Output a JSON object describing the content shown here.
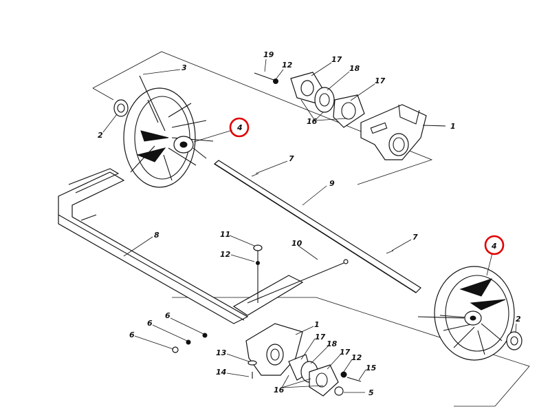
{
  "diagram": {
    "callouts": [
      {
        "id": "c19",
        "text": "19"
      },
      {
        "id": "c12a",
        "text": "12"
      },
      {
        "id": "c17a",
        "text": "17"
      },
      {
        "id": "c18a",
        "text": "18"
      },
      {
        "id": "c17b",
        "text": "17"
      },
      {
        "id": "c16a",
        "text": "16"
      },
      {
        "id": "c1a",
        "text": "1"
      },
      {
        "id": "c3",
        "text": "3"
      },
      {
        "id": "c2a",
        "text": "2"
      },
      {
        "id": "c4a",
        "text": "4"
      },
      {
        "id": "c7a",
        "text": "7"
      },
      {
        "id": "c9",
        "text": "9"
      },
      {
        "id": "c8",
        "text": "8"
      },
      {
        "id": "c11",
        "text": "11"
      },
      {
        "id": "c12b",
        "text": "12"
      },
      {
        "id": "c10",
        "text": "10"
      },
      {
        "id": "c7b",
        "text": "7"
      },
      {
        "id": "c4b",
        "text": "4"
      },
      {
        "id": "c2b",
        "text": "2"
      },
      {
        "id": "c6a",
        "text": "6"
      },
      {
        "id": "c6b",
        "text": "6"
      },
      {
        "id": "c6c",
        "text": "6"
      },
      {
        "id": "c1b",
        "text": "1"
      },
      {
        "id": "c17c",
        "text": "17"
      },
      {
        "id": "c18b",
        "text": "18"
      },
      {
        "id": "c17d",
        "text": "17"
      },
      {
        "id": "c12c",
        "text": "12"
      },
      {
        "id": "c13",
        "text": "13"
      },
      {
        "id": "c15",
        "text": "15"
      },
      {
        "id": "c14",
        "text": "14"
      },
      {
        "id": "c16b",
        "text": "16"
      },
      {
        "id": "c5",
        "text": "5"
      }
    ],
    "highlighted": [
      "c4a",
      "c4b"
    ],
    "highlight_color": "#e00000"
  }
}
